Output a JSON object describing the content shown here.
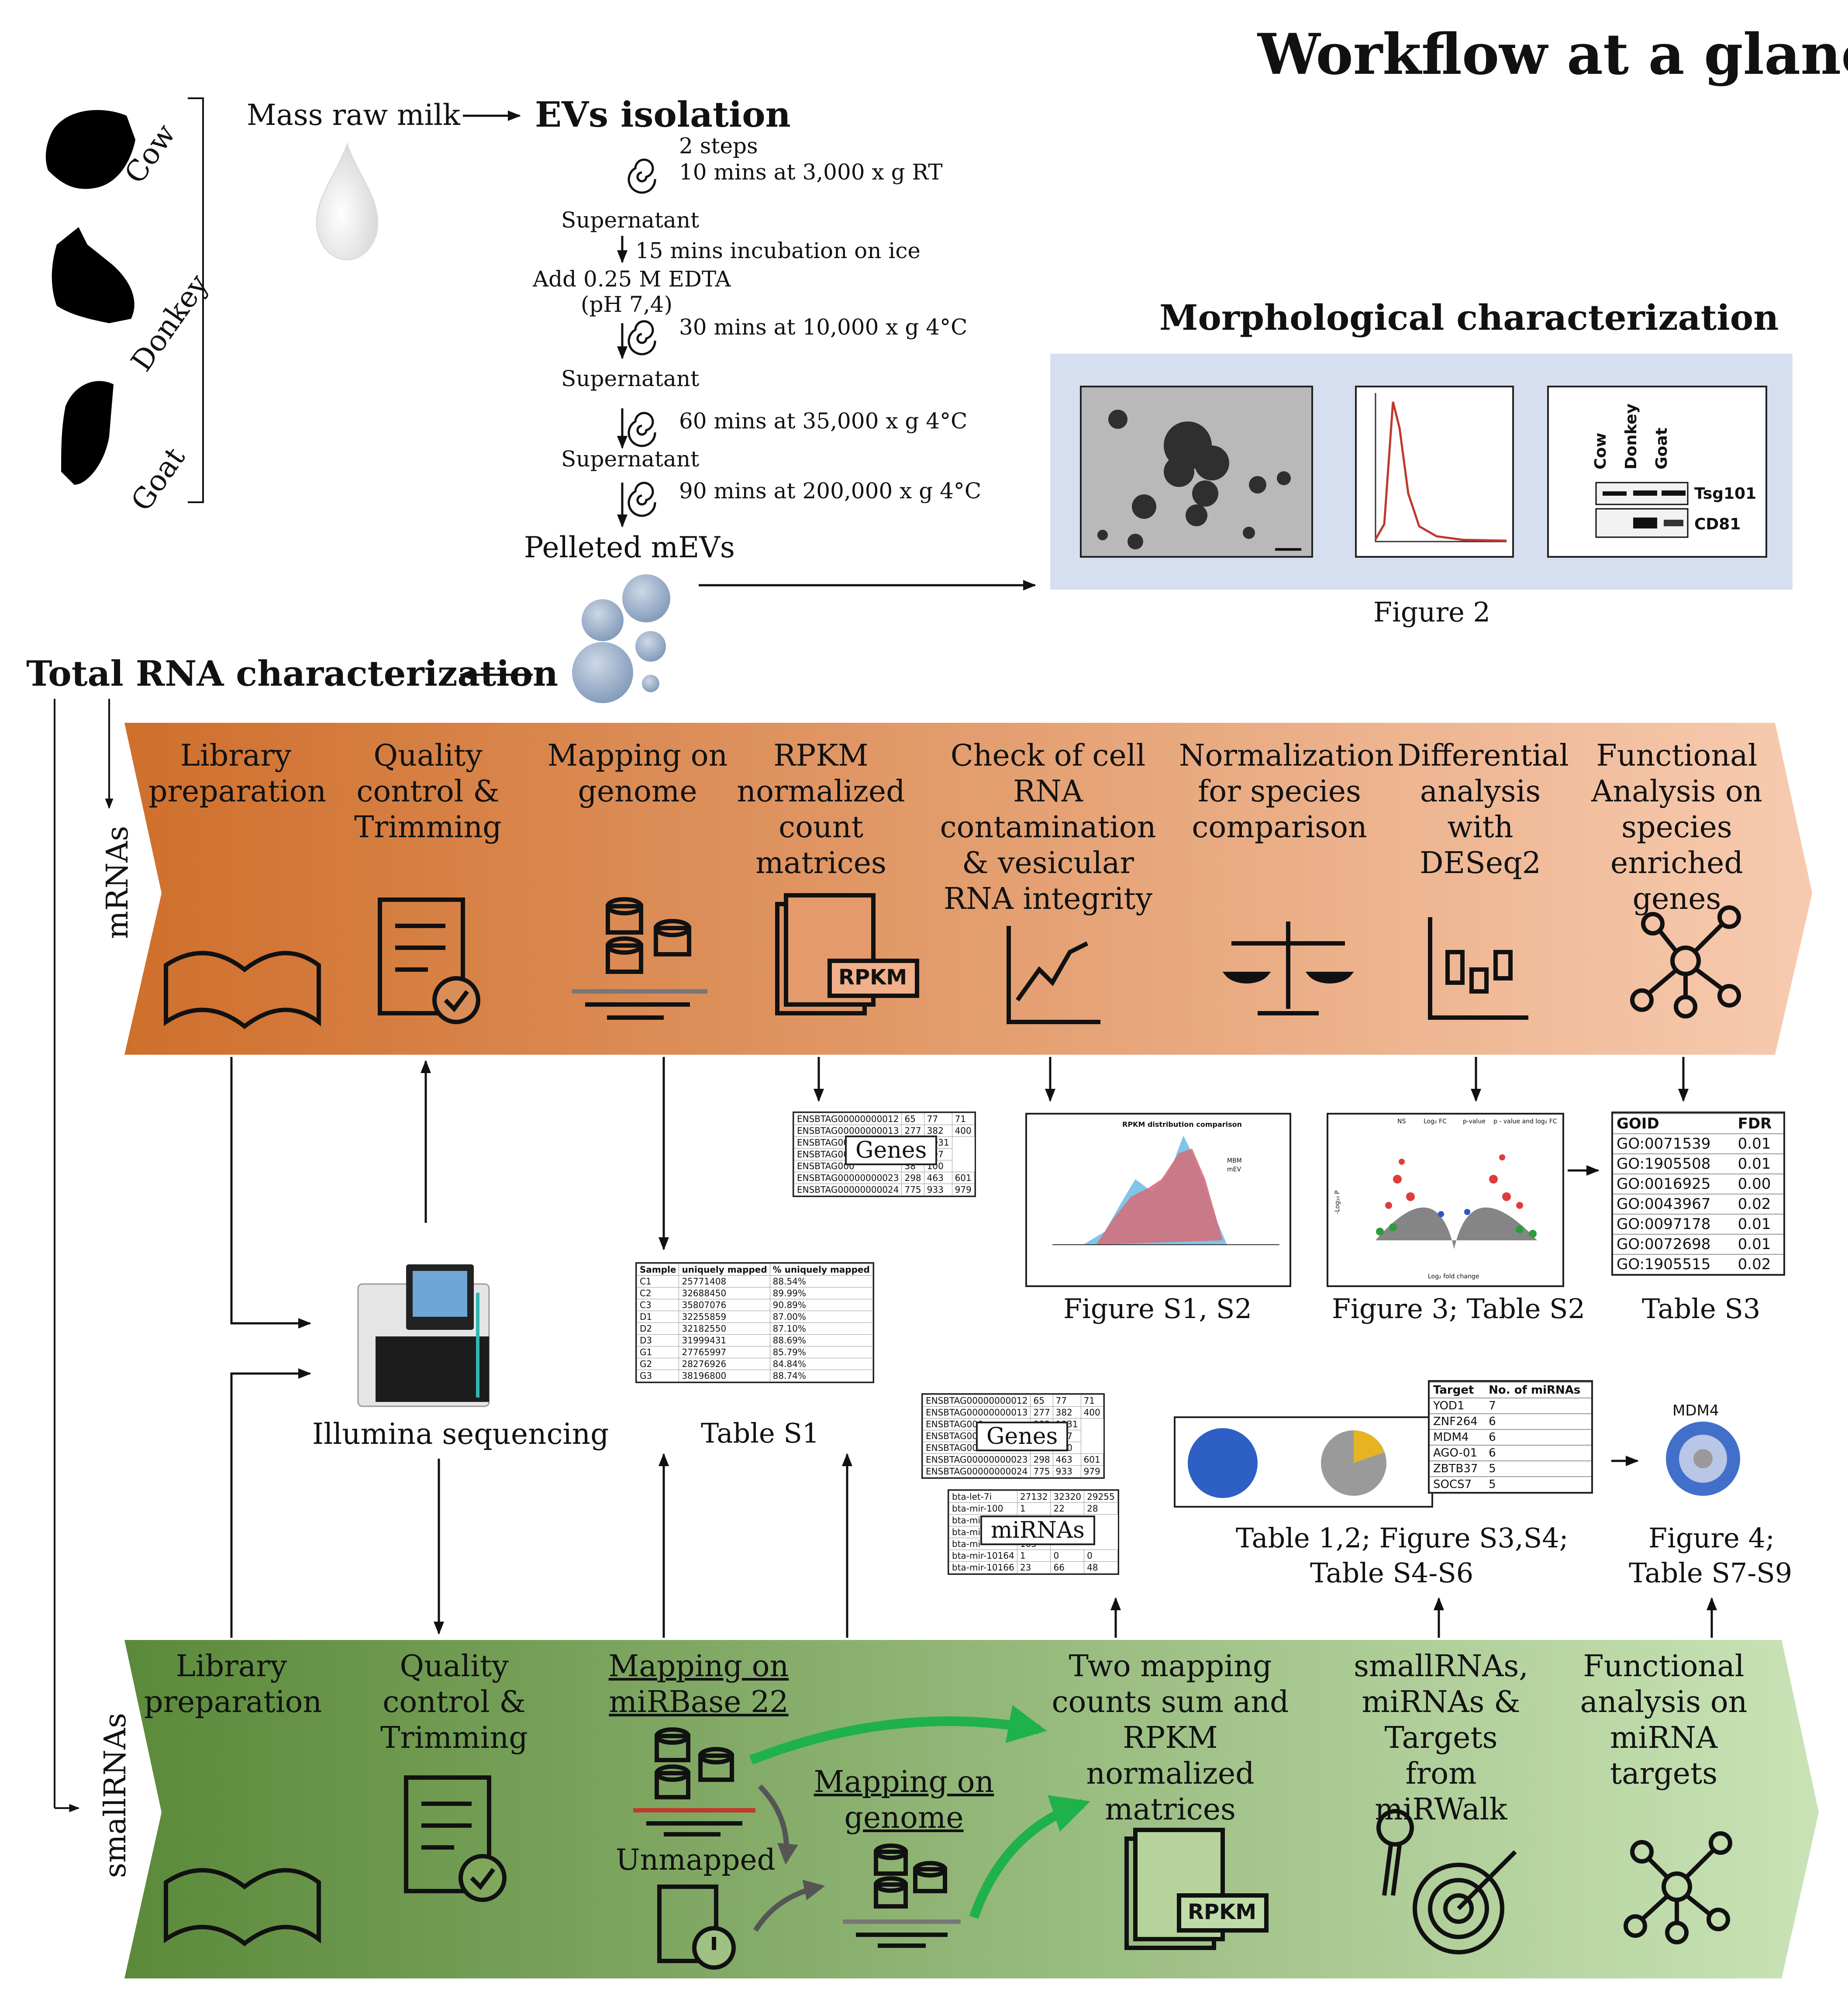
{
  "title": "Workflow at a glance",
  "species": [
    "Cow",
    "Donkey",
    "Goat"
  ],
  "isolation": {
    "input": "Mass raw milk",
    "heading": "EVs isolation",
    "steps": [
      "2 steps",
      "10 mins at 3,000 x g RT",
      "Supernatant",
      "15 mins incubation on ice",
      "Add 0.25 M EDTA",
      "(pH 7,4)",
      "30 mins at 10,000 x g 4°C",
      "Supernatant",
      "60 mins at 35,000 x g 4°C",
      "Supernatant",
      "90 mins at 200,000 x g 4°C"
    ],
    "output": "Pelleted mEVs"
  },
  "morph": {
    "heading": "Morphological characterization",
    "caption": "Figure 2",
    "wb_lanes": [
      "Cow",
      "Donkey",
      "Goat"
    ],
    "wb_bands": [
      "Tsg101",
      "CD81"
    ]
  },
  "total_rna": "Total RNA characterization",
  "mrna": {
    "label": "mRNAs",
    "steps": [
      "Library preparation",
      "Quality control & Trimming",
      "Mapping on genome",
      "RPKM normalized count matrices",
      "Check of cell RNA contamination & vesicular RNA integrity",
      "Normalization for species comparison",
      "Differential analysis with DESeq2",
      "Functional Analysis on species enriched genes"
    ],
    "icons": [
      "book-icon",
      "checklist-icon",
      "database-icon",
      "rpkm-document-icon",
      "line-chart-icon",
      "balance-scale-icon",
      "boxplot-icon",
      "network-icon"
    ],
    "rpkm_tag": "RPKM"
  },
  "smallrna": {
    "label": "smallRNAs",
    "steps": [
      "Library preparation",
      "Quality control & Trimming",
      "Mapping on miRBase 22",
      "Mapping on genome",
      "Two mapping counts sum and RPKM normalized matrices",
      "smallRNAs, miRNAs & Targets from miRWalk",
      "Functional analysis on miRNA targets"
    ],
    "unmapped": "Unmapped",
    "rpkm_tag": "RPKM"
  },
  "sequencer": "Illumina sequencing",
  "genes_tag": "Genes",
  "mirnas_tag": "miRNAs",
  "genes_table": {
    "rows": [
      [
        "ENSBTAG00000000012",
        "65",
        "77",
        "71"
      ],
      [
        "ENSBTAG00000000013",
        "277",
        "382",
        "400"
      ],
      [
        "ENSBTAG000",
        "883",
        "1931"
      ],
      [
        "ENSBTAG000",
        "675",
        "597"
      ],
      [
        "ENSBTAG000",
        "38",
        "100"
      ],
      [
        "ENSBTAG00000000023",
        "298",
        "463",
        "601"
      ],
      [
        "ENSBTAG00000000024",
        "775",
        "933",
        "979"
      ]
    ]
  },
  "mirna_table": {
    "rows": [
      [
        "bta-let-7i",
        "27132",
        "32320",
        "29255"
      ],
      [
        "bta-mir-100",
        "1",
        "22",
        "28"
      ],
      [
        "bta-mi",
        "47"
      ],
      [
        "bta-mi",
        "15"
      ],
      [
        "bta-mi",
        "105"
      ],
      [
        "bta-mir-10164",
        "1",
        "0",
        "0"
      ],
      [
        "bta-mir-10166",
        "23",
        "66",
        "48"
      ]
    ]
  },
  "mapping_table": {
    "headers": [
      "Sample",
      "uniquely mapped",
      "% uniquely mapped"
    ],
    "rows": [
      [
        "C1",
        "25771408",
        "88.54%"
      ],
      [
        "C2",
        "32688450",
        "89.99%"
      ],
      [
        "C3",
        "35807076",
        "90.89%"
      ],
      [
        "D1",
        "32255859",
        "87.00%"
      ],
      [
        "D2",
        "32182550",
        "87.10%"
      ],
      [
        "D3",
        "31999431",
        "88.69%"
      ],
      [
        "G1",
        "27765997",
        "85.79%"
      ],
      [
        "G2",
        "28276926",
        "84.84%"
      ],
      [
        "G3",
        "38196800",
        "88.74%"
      ]
    ]
  },
  "go_table": {
    "headers": [
      "GOID",
      "FDR"
    ],
    "rows": [
      [
        "GO:0071539",
        "0.01"
      ],
      [
        "GO:1905508",
        "0.01"
      ],
      [
        "GO:0016925",
        "0.00"
      ],
      [
        "GO:0043967",
        "0.02"
      ],
      [
        "GO:0097178",
        "0.01"
      ],
      [
        "GO:0072698",
        "0.01"
      ],
      [
        "GO:1905515",
        "0.02"
      ]
    ]
  },
  "targets_table": {
    "headers": [
      "Target",
      "No. of miRNAs"
    ],
    "rows": [
      [
        "YOD1",
        "7"
      ],
      [
        "ZNF264",
        "6"
      ],
      [
        "MDM4",
        "6"
      ],
      [
        "AGO-01",
        "6"
      ],
      [
        "ZBTB37",
        "5"
      ],
      [
        "SOCS7",
        "5"
      ]
    ]
  },
  "histogram": {
    "title": "RPKM distribution comparison",
    "legend": [
      "MBM",
      "mEV"
    ]
  },
  "volcano": {
    "legend": [
      "NS",
      "Log₂ FC",
      "p-value",
      "p - value and log₂ FC"
    ],
    "xlabel": "Log₂ fold change",
    "ylabel": "-Log₁₀ P"
  },
  "network_label": "MDM4",
  "captions": {
    "fig_s1": "Figure S1, S2",
    "fig3": "Figure 3; Table S2",
    "table_s3": "Table S3",
    "table_s1": "Table S1",
    "table12_l1": "Table 1,2; Figure S3,S4;",
    "table12_l2": "Table S4-S6",
    "fig4_l1": "Figure 4;",
    "fig4_l2": "Table S7-S9"
  },
  "colors": {
    "mrna_dark": "#cf6f2c",
    "mrna_light": "#f6c6a8",
    "small_dark": "#5b8a3a",
    "small_light": "#c6e0b2",
    "morph_bg": "#d6dff0",
    "green_arrow": "#1fb14a"
  }
}
